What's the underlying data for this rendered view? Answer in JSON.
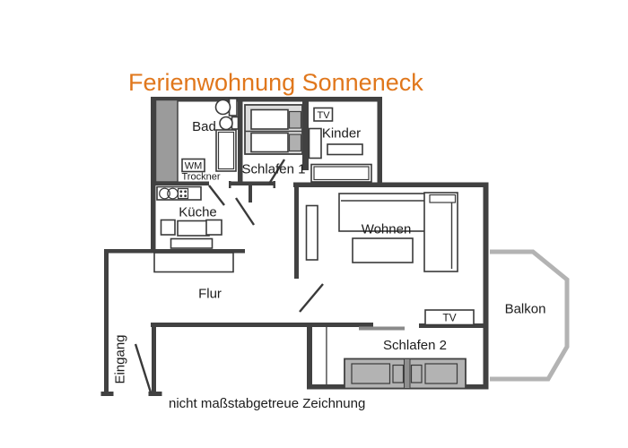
{
  "title": "Ferienwohnung Sonneneck",
  "note": "nicht maßstabgetreue Zeichnung",
  "rooms": {
    "bad": {
      "label": "Bad"
    },
    "schlafen1": {
      "label": "Schlafen 1"
    },
    "kinder": {
      "label": "Kinder"
    },
    "kueche": {
      "label": "Küche"
    },
    "wohnen": {
      "label": "Wohnen"
    },
    "flur": {
      "label": "Flur"
    },
    "schlafen2": {
      "label": "Schlafen 2"
    },
    "balkon": {
      "label": "Balkon"
    },
    "eingang": {
      "label": "Eingang"
    }
  },
  "appliances": {
    "wm": "WM",
    "trockner": "Trockner",
    "tv_kinder": "TV",
    "tv_schlafen2": "TV"
  },
  "colors": {
    "title_orange": "#e0771c",
    "wall_dark": "#414141",
    "balcony_gray": "#b3b3b3",
    "bed_frame_gray": "#b3b3b3",
    "background": "#ffffff"
  }
}
